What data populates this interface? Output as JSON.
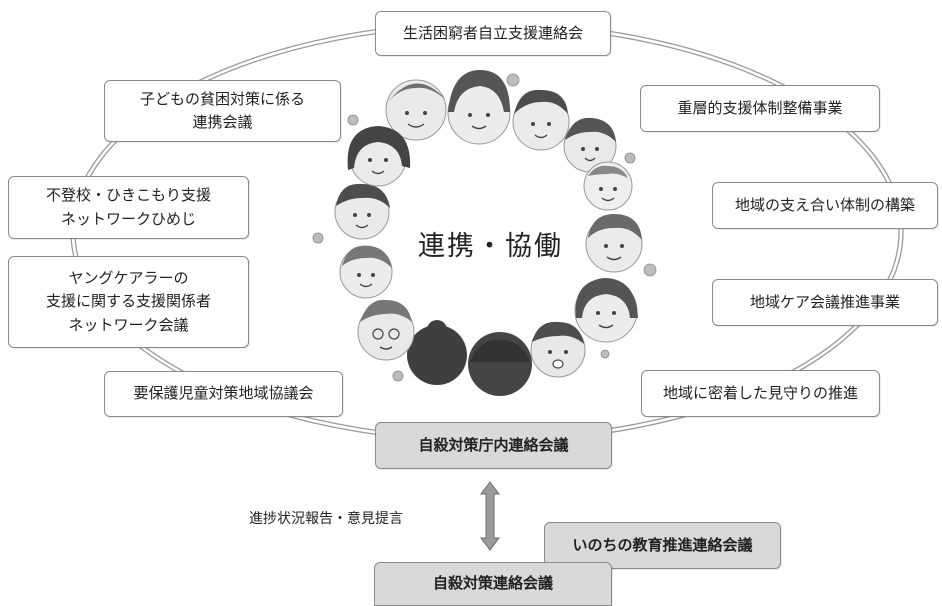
{
  "center_label": "連携・協働",
  "network_nodes": [
    "生活困窮者自立支援連絡会",
    "子どもの貧困対策に係る\n連携会議",
    "重層的支援体制整備事業",
    "不登校・ひきこもり支援\nネットワークひめじ",
    "地域の支え合い体制の構築",
    "ヤングケアラーの\n支援に関する支援関係者\nネットワーク会議",
    "地域ケア会議推進事業",
    "要保護児童対策地域協議会",
    "地域に密着した見守りの推進"
  ],
  "hub_node": "自殺対策庁内連絡会議",
  "arrow_label": "進捗状況報告・意見提言",
  "education_node": "いのちの教育推進連絡会議",
  "council_node": "自殺対策連絡会議",
  "colors": {
    "ellipse": "#9a9a9a",
    "box_border": "#8a8a8a",
    "gray_fill": "#d9d9d9",
    "arrow": "#9a9a9a"
  },
  "illustration": "circle-of-smiling-faces-with-flowers"
}
